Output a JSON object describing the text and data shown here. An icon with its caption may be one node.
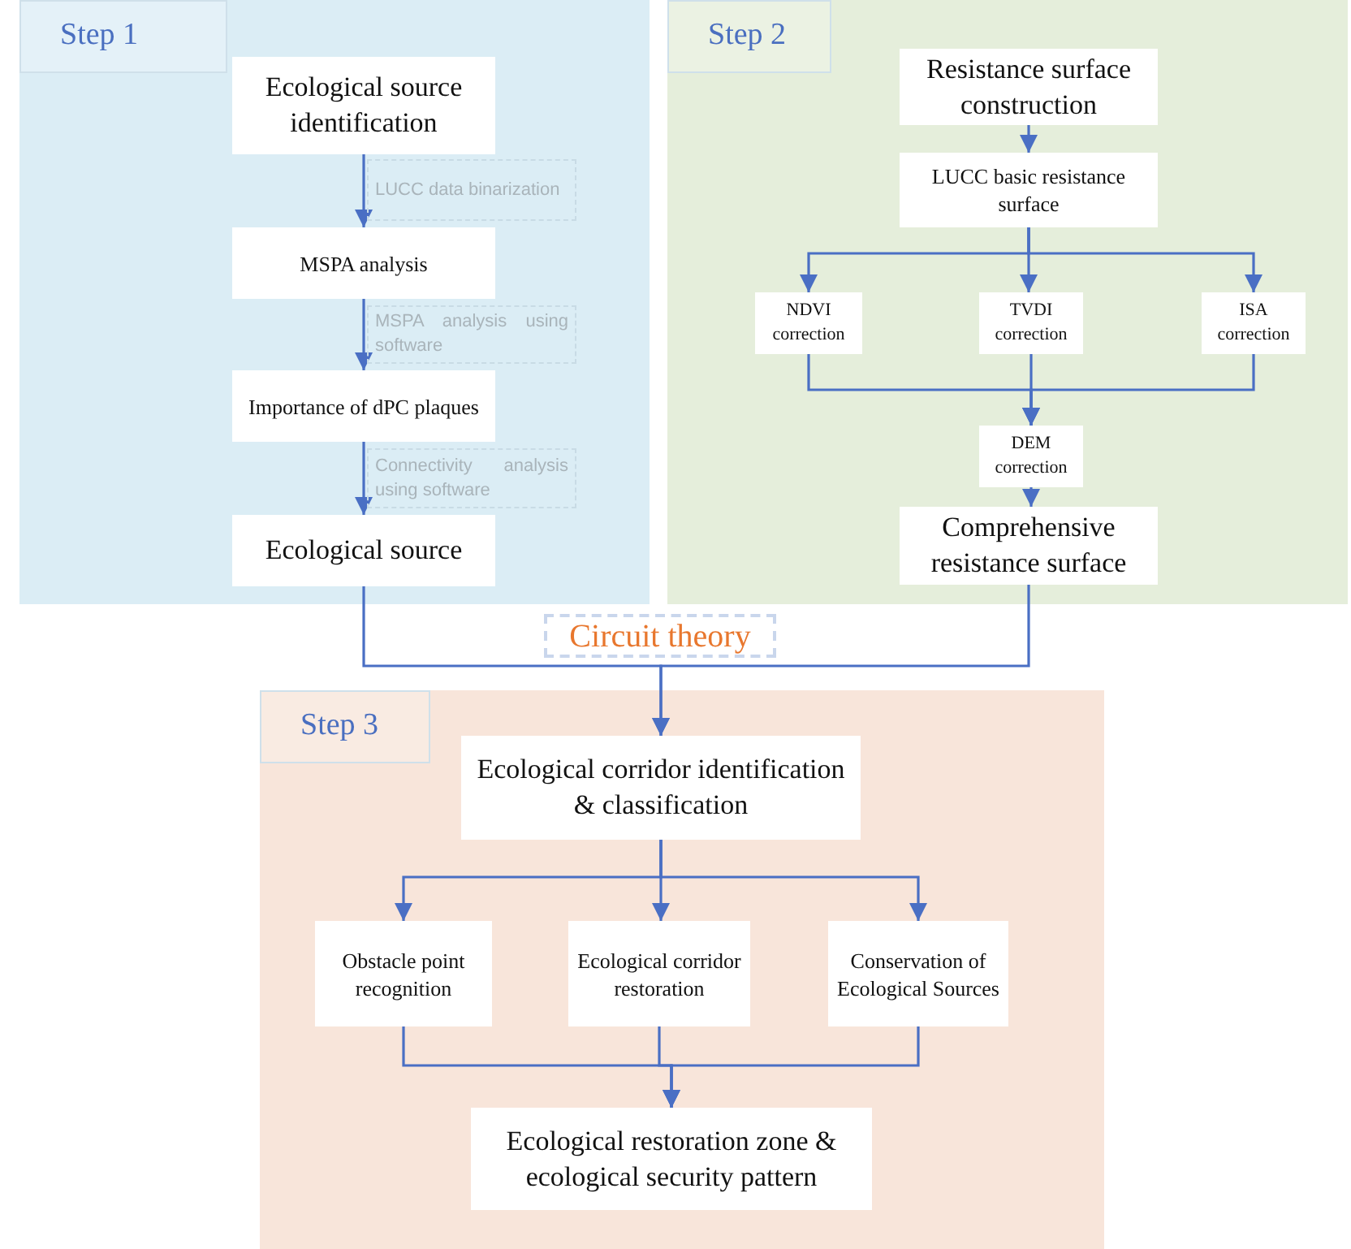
{
  "diagram": {
    "nodes": [
      {
        "text": [
          "Step 1"
        ]
      },
      {
        "text": [
          "Ecological source identification"
        ],
        "in": 0
      },
      {
        "text": [
          "MSPA analysis"
        ],
        "in": 0
      },
      {
        "text": [
          "Importance of dPC plaques"
        ],
        "in": 0
      },
      {
        "text": [
          "Ecological source"
        ],
        "in": 0
      },
      {
        "text": [
          "Step 2"
        ]
      },
      {
        "text": [
          "Resistance surface construction"
        ],
        "in": 5
      },
      {
        "text": [
          "LUCC basic resistance surface"
        ],
        "in": 5
      },
      {
        "text": [
          "NDVI correction"
        ],
        "in": 5
      },
      {
        "text": [
          "TVDI correction"
        ],
        "in": 5
      },
      {
        "text": [
          "ISA correction"
        ],
        "in": 5
      },
      {
        "text": [
          "DEM correction"
        ],
        "in": 5
      },
      {
        "text": [
          "Comprehensive resistance surface"
        ],
        "in": 5
      },
      {
        "text": [
          "Step 3"
        ]
      },
      {
        "text": [
          "Ecological corridor identification & classification"
        ],
        "in": 13
      },
      {
        "text": [
          "Obstacle point recognition"
        ],
        "in": 13
      },
      {
        "text": [
          "Ecological corridor restoration"
        ],
        "in": 13
      },
      {
        "text": [
          "Conservation of Ecological Sources"
        ],
        "in": 13
      },
      {
        "text": [
          "Ecological restoration zone & ecological security pattern"
        ],
        "in": 13
      }
    ],
    "edges": [
      {
        "from": 1,
        "to": 2,
        "arrow": "to",
        "label": "LUCC data binarization"
      },
      {
        "from": 2,
        "to": 3,
        "arrow": "to",
        "label": "MSPA analysis using software"
      },
      {
        "from": 3,
        "to": 4,
        "arrow": "to",
        "label": "Connectivity analysis using software"
      },
      {
        "from": 6,
        "to": 7,
        "arrow": "to"
      },
      {
        "from": 7,
        "to": 8,
        "arrow": "to"
      },
      {
        "from": 7,
        "to": 9,
        "arrow": "to"
      },
      {
        "from": 7,
        "to": 10,
        "arrow": "to"
      },
      {
        "from": 8,
        "to": 11,
        "arrow": "to"
      },
      {
        "from": 9,
        "to": 11,
        "arrow": "to"
      },
      {
        "from": 10,
        "to": 11,
        "arrow": "to"
      },
      {
        "from": 11,
        "to": 12,
        "arrow": "to"
      },
      {
        "from": 4,
        "to": 14,
        "arrow": "to",
        "label": "Circuit theory"
      },
      {
        "from": 12,
        "to": 14,
        "arrow": "to"
      },
      {
        "from": 14,
        "to": 15,
        "arrow": "to"
      },
      {
        "from": 14,
        "to": 16,
        "arrow": "to"
      },
      {
        "from": 14,
        "to": 17,
        "arrow": "to"
      },
      {
        "from": 15,
        "to": 18,
        "arrow": "to"
      },
      {
        "from": 16,
        "to": 18,
        "arrow": "to"
      },
      {
        "from": 17,
        "to": 18,
        "arrow": "to"
      }
    ]
  }
}
